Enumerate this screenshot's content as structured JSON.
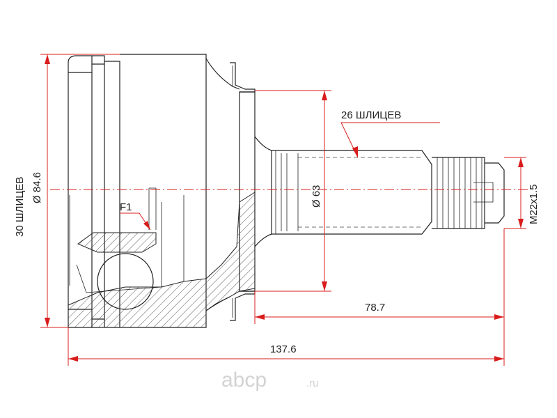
{
  "dimensions": {
    "spline_count_left": "30 ШЛИЦЕВ",
    "outer_diameter": "Ø 84.6",
    "spline_count_shaft": "26 ШЛИЦЕВ",
    "seal_diameter": "Ø 63",
    "thread": "M22x1.5",
    "shaft_length": "78.7",
    "total_length": "137.6",
    "callout": "F1"
  },
  "watermark": {
    "name": "abcp",
    "suffix": ".ru"
  },
  "colors": {
    "dimension_lines": "#d91c1c",
    "outline": "#222222",
    "watermark": "#d3d3d3"
  }
}
